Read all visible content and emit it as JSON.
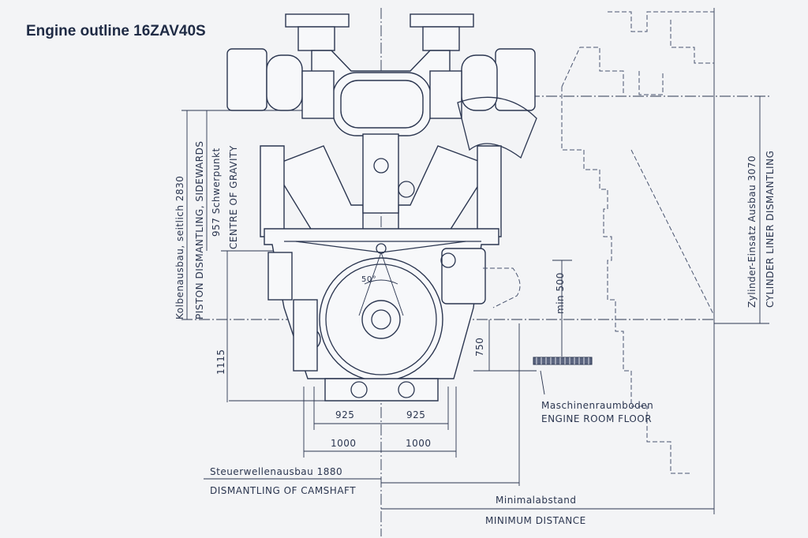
{
  "title": "Engine outline 16ZAV40S",
  "labels": {
    "piston_de": "Kolbenausbau, seitlich 2830",
    "piston_en": "PISTON DISMANTLING, SIDEWARDS",
    "cog_de": "957 Schwerpunkt",
    "cog_en": "CENTRE OF GRAVITY",
    "liner_de": "Zylinder-Einsatz Ausbau 3070",
    "liner_en": "CYLINDER LINER DISMANTLING",
    "dim_1115": "1115",
    "dim_925_left": "925",
    "dim_925_right": "925",
    "dim_1000_left": "1000",
    "dim_1000_right": "1000",
    "dim_750": "750",
    "min_500": "min 500",
    "angle": "50°",
    "floor_de": "Maschinenraumboden",
    "floor_en": "ENGINE ROOM FLOOR",
    "camshaft_de": "Steuerwellenausbau 1880",
    "camshaft_en": "DISMANTLING OF CAMSHAFT",
    "min_dist_de": "Minimalabstand",
    "min_dist_en": "MINIMUM DISTANCE"
  }
}
